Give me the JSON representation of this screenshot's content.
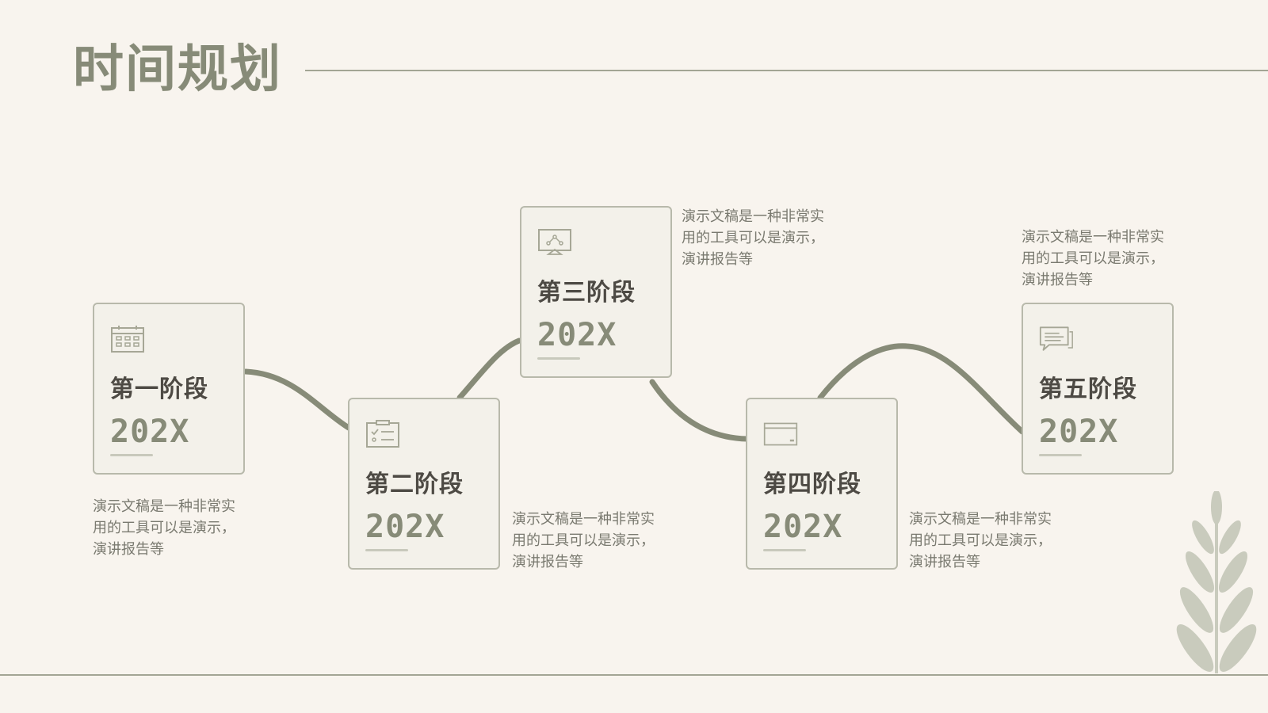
{
  "title": "时间规划",
  "stages": [
    {
      "label": "第一阶段",
      "year": "202X",
      "icon": "calendar-icon",
      "description": "演示文稿是一种非常实用的工具可以是演示，演讲报告等"
    },
    {
      "label": "第二阶段",
      "year": "202X",
      "icon": "checklist-icon",
      "description": "演示文稿是一种非常实用的工具可以是演示，演讲报告等"
    },
    {
      "label": "第三阶段",
      "year": "202X",
      "icon": "presentation-icon",
      "description": "演示文稿是一种非常实用的工具可以是演示，演讲报告等"
    },
    {
      "label": "第四阶段",
      "year": "202X",
      "icon": "window-icon",
      "description": "演示文稿是一种非常实用的工具可以是演示，演讲报告等"
    },
    {
      "label": "第五阶段",
      "year": "202X",
      "icon": "chat-icon",
      "description": "演示文稿是一种非常实用的工具可以是演示，演讲报告等"
    }
  ],
  "colors": {
    "background": "#f8f4ee",
    "accent": "#878b78",
    "card": "#f3f1ea",
    "text_dark": "#4d4a44"
  }
}
